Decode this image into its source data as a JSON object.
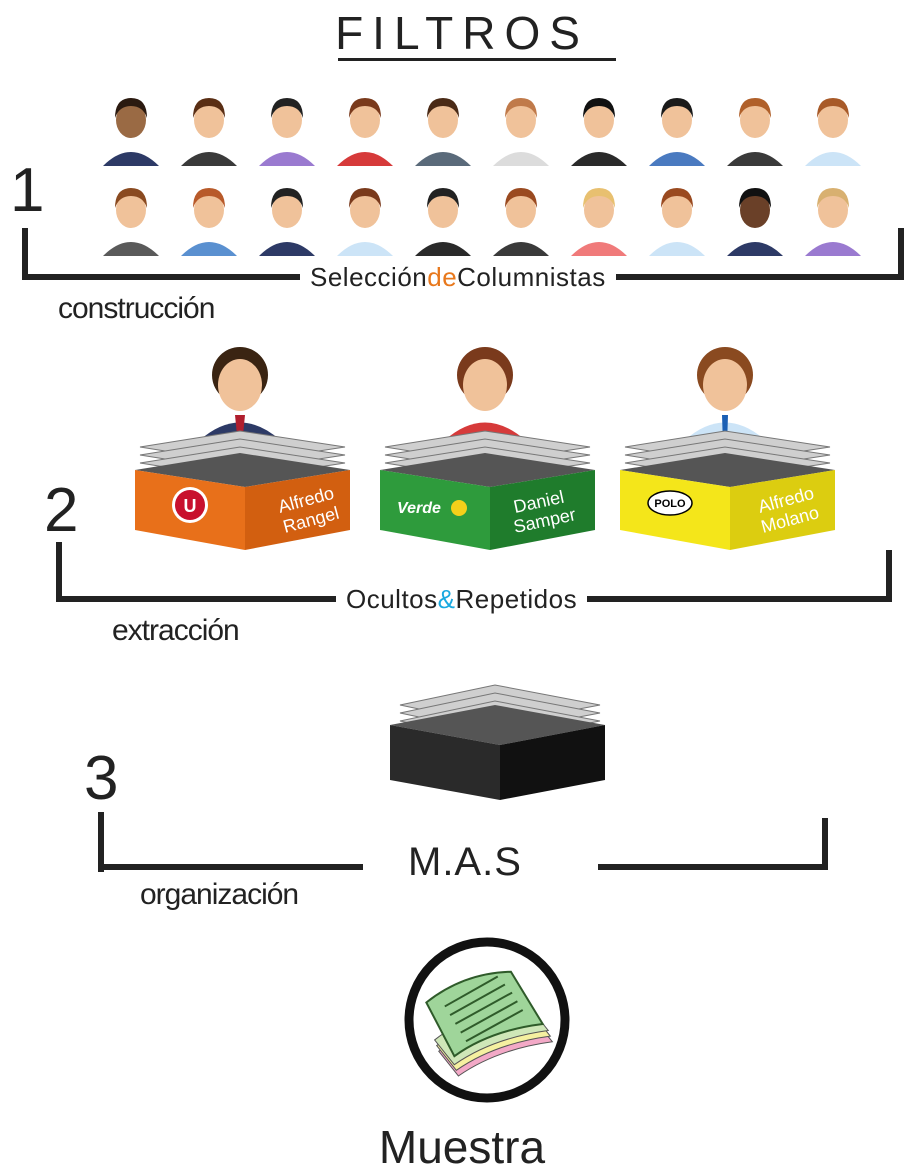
{
  "title": "FILTROS",
  "steps": [
    {
      "number": "1",
      "label": "construcción",
      "title_parts": [
        "Selección",
        "de",
        "Columnistas"
      ]
    },
    {
      "number": "2",
      "label": "extracción",
      "title_parts": [
        "Ocultos",
        "&",
        "Repetidos"
      ]
    },
    {
      "number": "3",
      "label": "organización",
      "title": "M.A.S"
    }
  ],
  "boxes": [
    {
      "name_line1": "Alfredo",
      "name_line2": "Rangel",
      "party": "U",
      "color": "#e8701a"
    },
    {
      "name_line1": "Daniel",
      "name_line2": "Samper",
      "party": "Verde",
      "color": "#2e9b3c"
    },
    {
      "name_line1": "Alfredo",
      "name_line2": "Molano",
      "party": "POLO",
      "color": "#f4e61a"
    }
  ],
  "output_label": "Muestra",
  "colors": {
    "accent_orange": "#e8781c",
    "accent_blue": "#1aa9e0",
    "ink": "#222222"
  }
}
